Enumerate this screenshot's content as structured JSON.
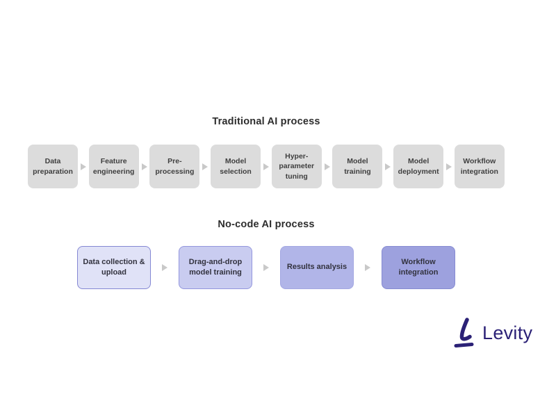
{
  "traditional": {
    "title": "Traditional AI process",
    "box_fill": "#dcdcdc",
    "text_color": "#3f3f3f",
    "steps": [
      "Data preparation",
      "Feature engineering",
      "Pre-processing",
      "Model selection",
      "Hyper-parameter tuning",
      "Model training",
      "Model deployment",
      "Workflow integration"
    ]
  },
  "nocode": {
    "title": "No-code AI process",
    "steps": [
      {
        "label": "Data collection & upload",
        "fill": "#e0e2f7",
        "border": "#8487d3"
      },
      {
        "label": "Drag-and-drop model training",
        "fill": "#c9ccf0",
        "border": "#9396dd"
      },
      {
        "label": "Results analysis",
        "fill": "#b1b5e8",
        "border": "#a3a7e2"
      },
      {
        "label": "Workflow integration",
        "fill": "#9da1de",
        "border": "#868bd2"
      }
    ]
  },
  "colors": {
    "arrow": "#c9c9c9",
    "background": "#ffffff"
  },
  "logo": {
    "text": "Levity",
    "color": "#2b2176"
  }
}
